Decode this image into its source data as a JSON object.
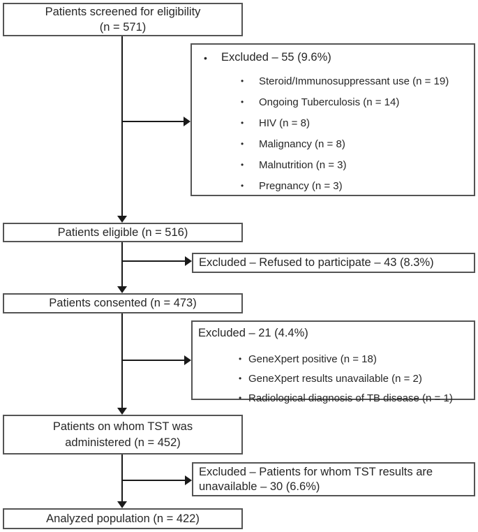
{
  "flow": {
    "boxes": {
      "screened": {
        "line1": "Patients screened for eligibility",
        "line2": "(n = 571)"
      },
      "eligible": {
        "text": "Patients eligible (n = 516)"
      },
      "consented": {
        "text": "Patients consented (n = 473)"
      },
      "tst": {
        "line1": "Patients on whom TST was",
        "line2": "administered (n = 452)"
      },
      "analyzed": {
        "text": "Analyzed population (n = 422)"
      }
    },
    "exclusions": {
      "first": {
        "bullet": "•",
        "title": "Excluded – 55 (9.6%)",
        "items": [
          "Steroid/Immunosuppressant use (n = 19)",
          "Ongoing Tuberculosis (n = 14)",
          "HIV (n = 8)",
          "Malignancy (n = 8)",
          "Malnutrition (n = 3)",
          "Pregnancy (n = 3)"
        ]
      },
      "second": {
        "text": "Excluded – Refused to participate – 43 (8.3%)"
      },
      "third": {
        "bullet": "•",
        "title": "Excluded –  21 (4.4%)",
        "items": [
          "GeneXpert positive (n = 18)",
          "GeneXpert results unavailable (n = 2)",
          "Radiological diagnosis of TB disease (n = 1)"
        ]
      },
      "fourth": {
        "line1": "Excluded –  Patients for whom TST results are",
        "line2": "unavailable – 30 (6.6%)"
      }
    },
    "colors": {
      "background": "#ffffff",
      "box_border": "#545454",
      "text": "#262626",
      "arrow": "#1a1a1a"
    }
  }
}
